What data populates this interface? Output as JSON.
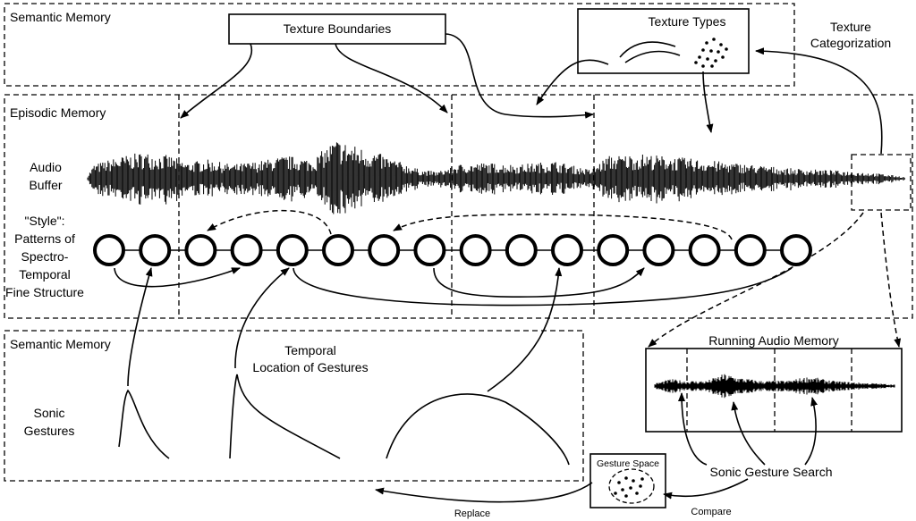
{
  "labels": {
    "semantic_memory_top": "Semantic Memory",
    "texture_boundaries": "Texture Boundaries",
    "texture_types": "Texture Types",
    "texture_categorization_1": "Texture",
    "texture_categorization_2": "Categorization",
    "episodic_memory": "Episodic Memory",
    "audio_buffer_1": "Audio",
    "audio_buffer_2": "Buffer",
    "style_1": "\"Style\":",
    "style_2": "Patterns of",
    "style_3": "Spectro-",
    "style_4": "Temporal",
    "style_5": "Fine Structure",
    "semantic_memory_bottom": "Semantic Memory",
    "temporal_location_1": "Temporal",
    "temporal_location_2": "Location of Gestures",
    "sonic_gestures_1": "Sonic",
    "sonic_gestures_2": "Gestures",
    "running_audio_memory": "Running Audio Memory",
    "gesture_space": "Gesture Space",
    "sonic_gesture_search": "Sonic Gesture Search",
    "replace": "Replace",
    "compare": "Compare"
  },
  "style_node_count": 16,
  "colors": {
    "ink": "#000000",
    "background": "#ffffff"
  }
}
